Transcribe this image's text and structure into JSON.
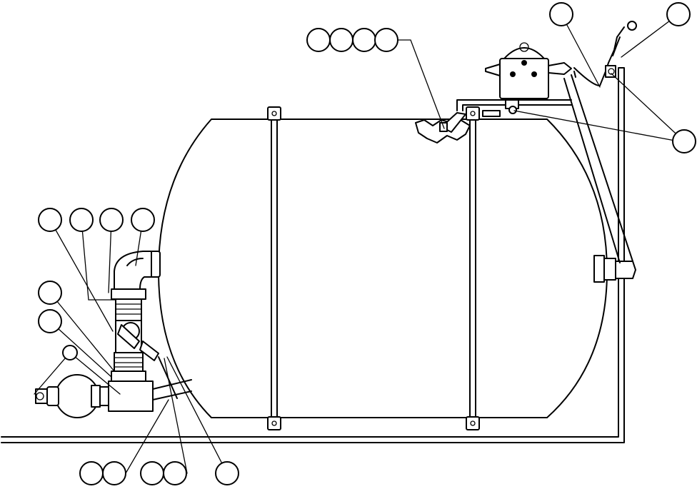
{
  "callouts": [
    {
      "id": "c1",
      "label": ""
    },
    {
      "id": "c2",
      "label": ""
    },
    {
      "id": "c3",
      "label": ""
    },
    {
      "id": "c4",
      "label": ""
    },
    {
      "id": "c5",
      "label": ""
    },
    {
      "id": "c6",
      "label": ""
    },
    {
      "id": "c7",
      "label": ""
    },
    {
      "id": "c8",
      "label": ""
    },
    {
      "id": "c9",
      "label": ""
    },
    {
      "id": "c10",
      "label": ""
    },
    {
      "id": "c11",
      "label": ""
    },
    {
      "id": "c12",
      "label": ""
    },
    {
      "id": "c13",
      "label": ""
    },
    {
      "id": "c14",
      "label": ""
    },
    {
      "id": "c15",
      "label": ""
    },
    {
      "id": "c16",
      "label": ""
    },
    {
      "id": "c17",
      "label": ""
    },
    {
      "id": "c18",
      "label": ""
    },
    {
      "id": "c19",
      "label": ""
    },
    {
      "id": "c20",
      "label": ""
    },
    {
      "id": "c21",
      "label": ""
    },
    {
      "id": "c22",
      "label": ""
    }
  ]
}
